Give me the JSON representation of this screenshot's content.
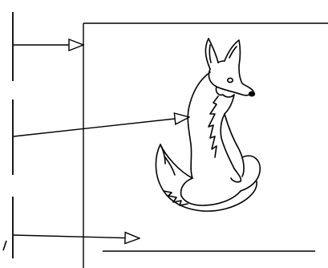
{
  "diagram": {
    "stroke_color": "#000000",
    "background_color": "#ffffff",
    "illustration": "fox-drawing",
    "arrows": [
      {
        "label": "",
        "target": "page-top-edge"
      },
      {
        "label": "",
        "target": "fox-figure"
      },
      {
        "label": "",
        "target": "page-bottom-area"
      }
    ]
  }
}
